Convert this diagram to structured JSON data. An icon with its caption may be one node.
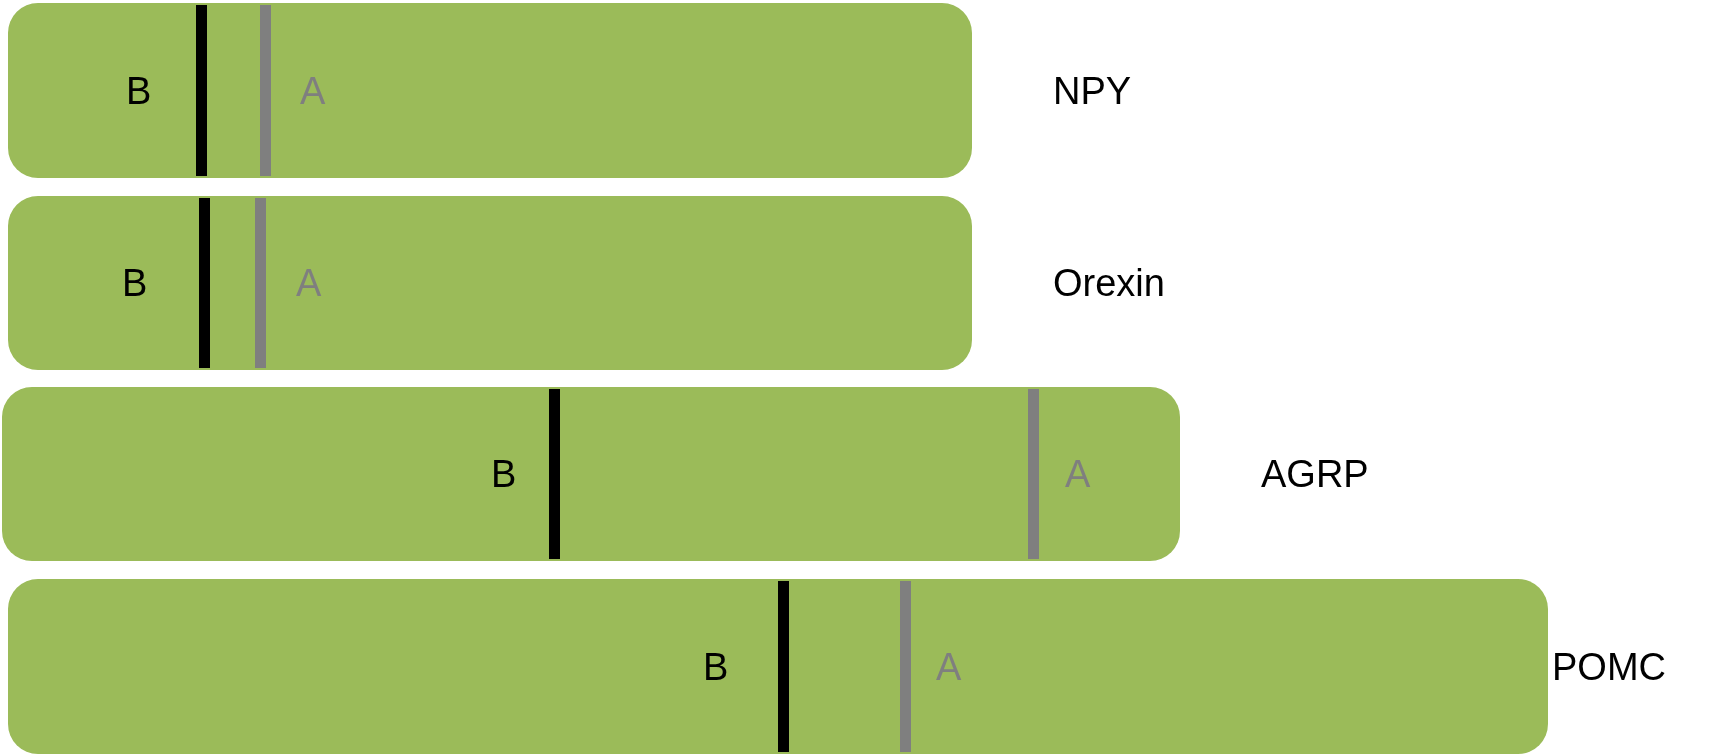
{
  "diagram": {
    "nodes": [
      {
        "text": [
          "B",
          "A"
        ],
        "beside": [
          "NPY"
        ]
      },
      {
        "text": [
          "B",
          "A"
        ],
        "beside": [
          "Orexin"
        ]
      },
      {
        "text": [
          "B",
          "A"
        ],
        "beside": [
          "AGRP"
        ]
      },
      {
        "text": [
          "B",
          "A"
        ],
        "beside": [
          "POMC"
        ]
      }
    ]
  }
}
